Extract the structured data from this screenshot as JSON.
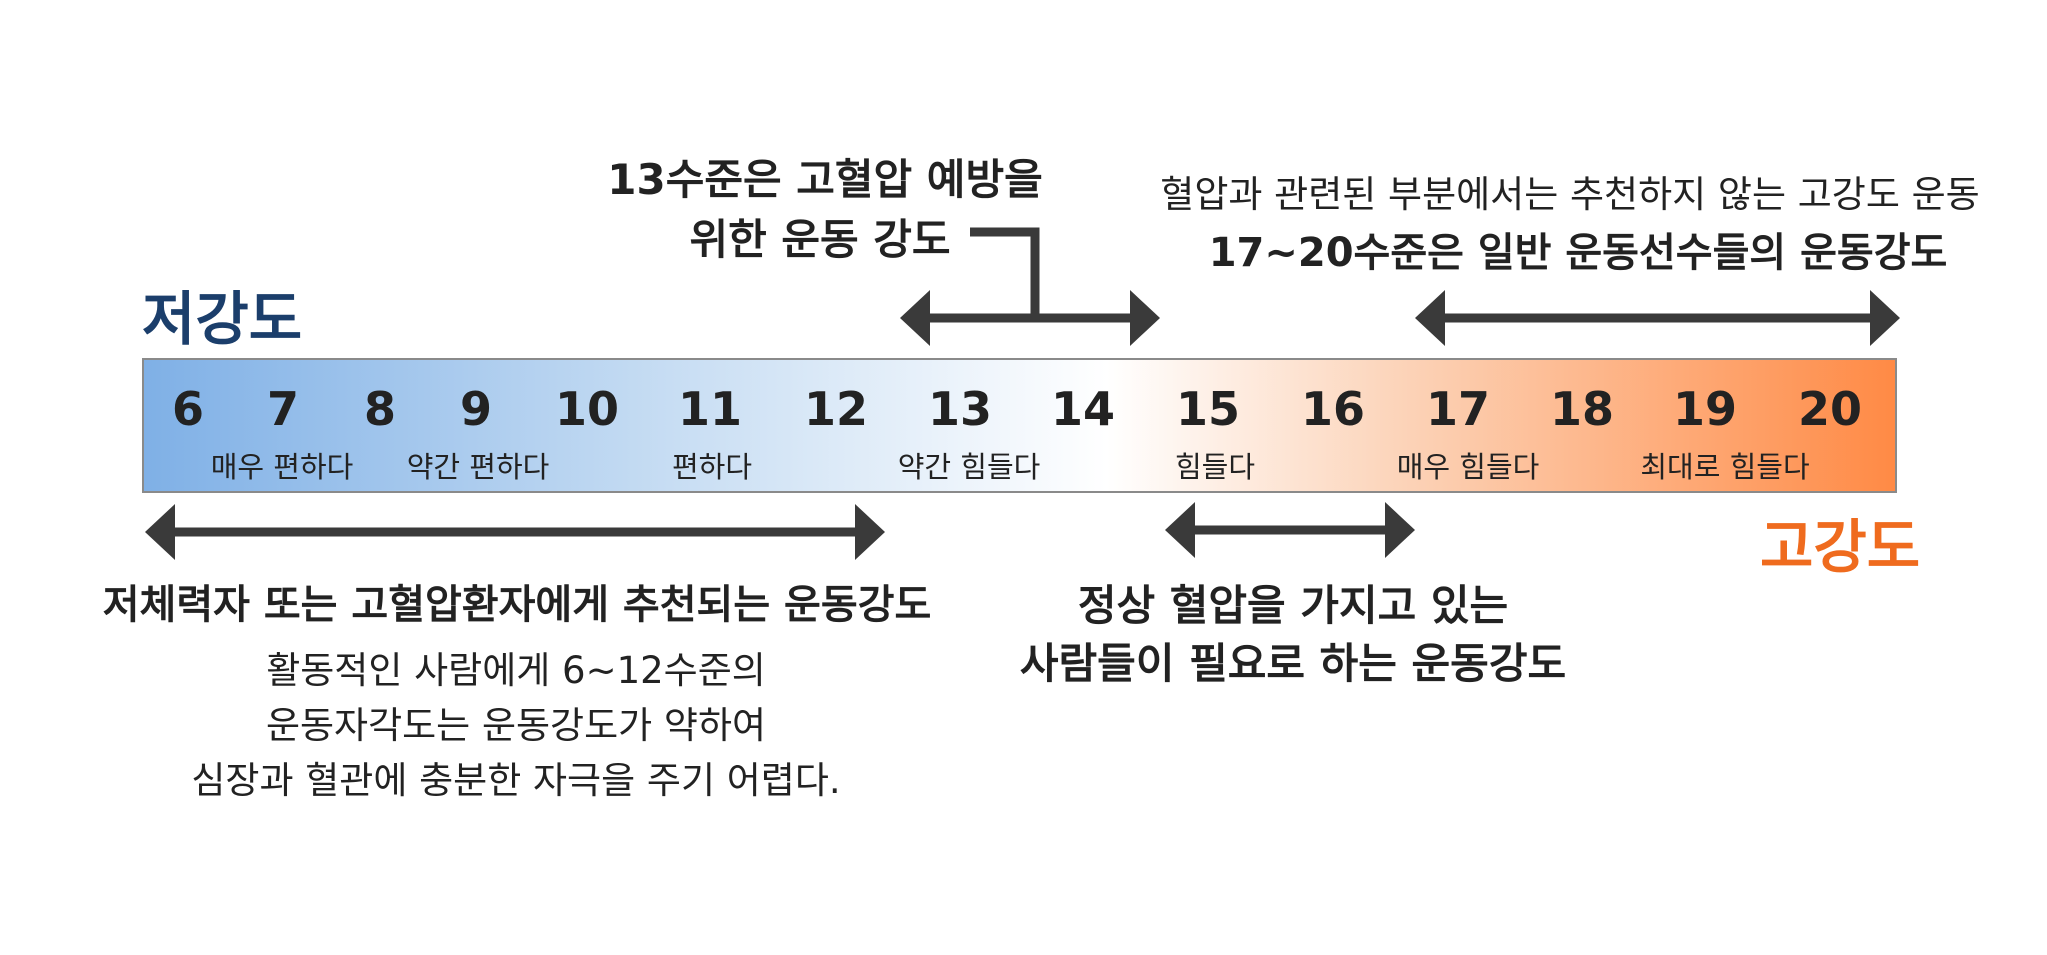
{
  "labels": {
    "low": "저강도",
    "high": "고강도"
  },
  "colors": {
    "low_label": "#1b3e6b",
    "high_label": "#ef6b1e",
    "arrow": "#3a3a3a"
  },
  "scale": {
    "numbers": [
      "6",
      "7",
      "8",
      "9",
      "10",
      "11",
      "12",
      "13",
      "14",
      "15",
      "16",
      "17",
      "18",
      "19",
      "20"
    ],
    "descriptors": [
      "매우 편하다",
      "약간 편하다",
      "편하다",
      "약간 힘들다",
      "힘들다",
      "매우 힘들다",
      "최대로 힘들다"
    ]
  },
  "annotations": {
    "level13_line1": "13수준은 고혈압 예방을",
    "level13_line2": "위한 운동 강도",
    "high_line1": "혈압과 관련된 부분에서는 추천하지 않는 고강도 운동",
    "high_line2": "17~20수준은 일반 운동선수들의 운동강도",
    "low_title": "저체력자 또는 고혈압환자에게 추천되는 운동강도",
    "low_line1": "활동적인 사람에게 6~12수준의",
    "low_line2": "운동자각도는 운동강도가 약하여",
    "low_line3": "심장과 혈관에 충분한 자극을 주기 어렵다.",
    "normal_line1": "정상 혈압을 가지고 있는",
    "normal_line2": "사람들이 필요로 하는 운동강도"
  }
}
